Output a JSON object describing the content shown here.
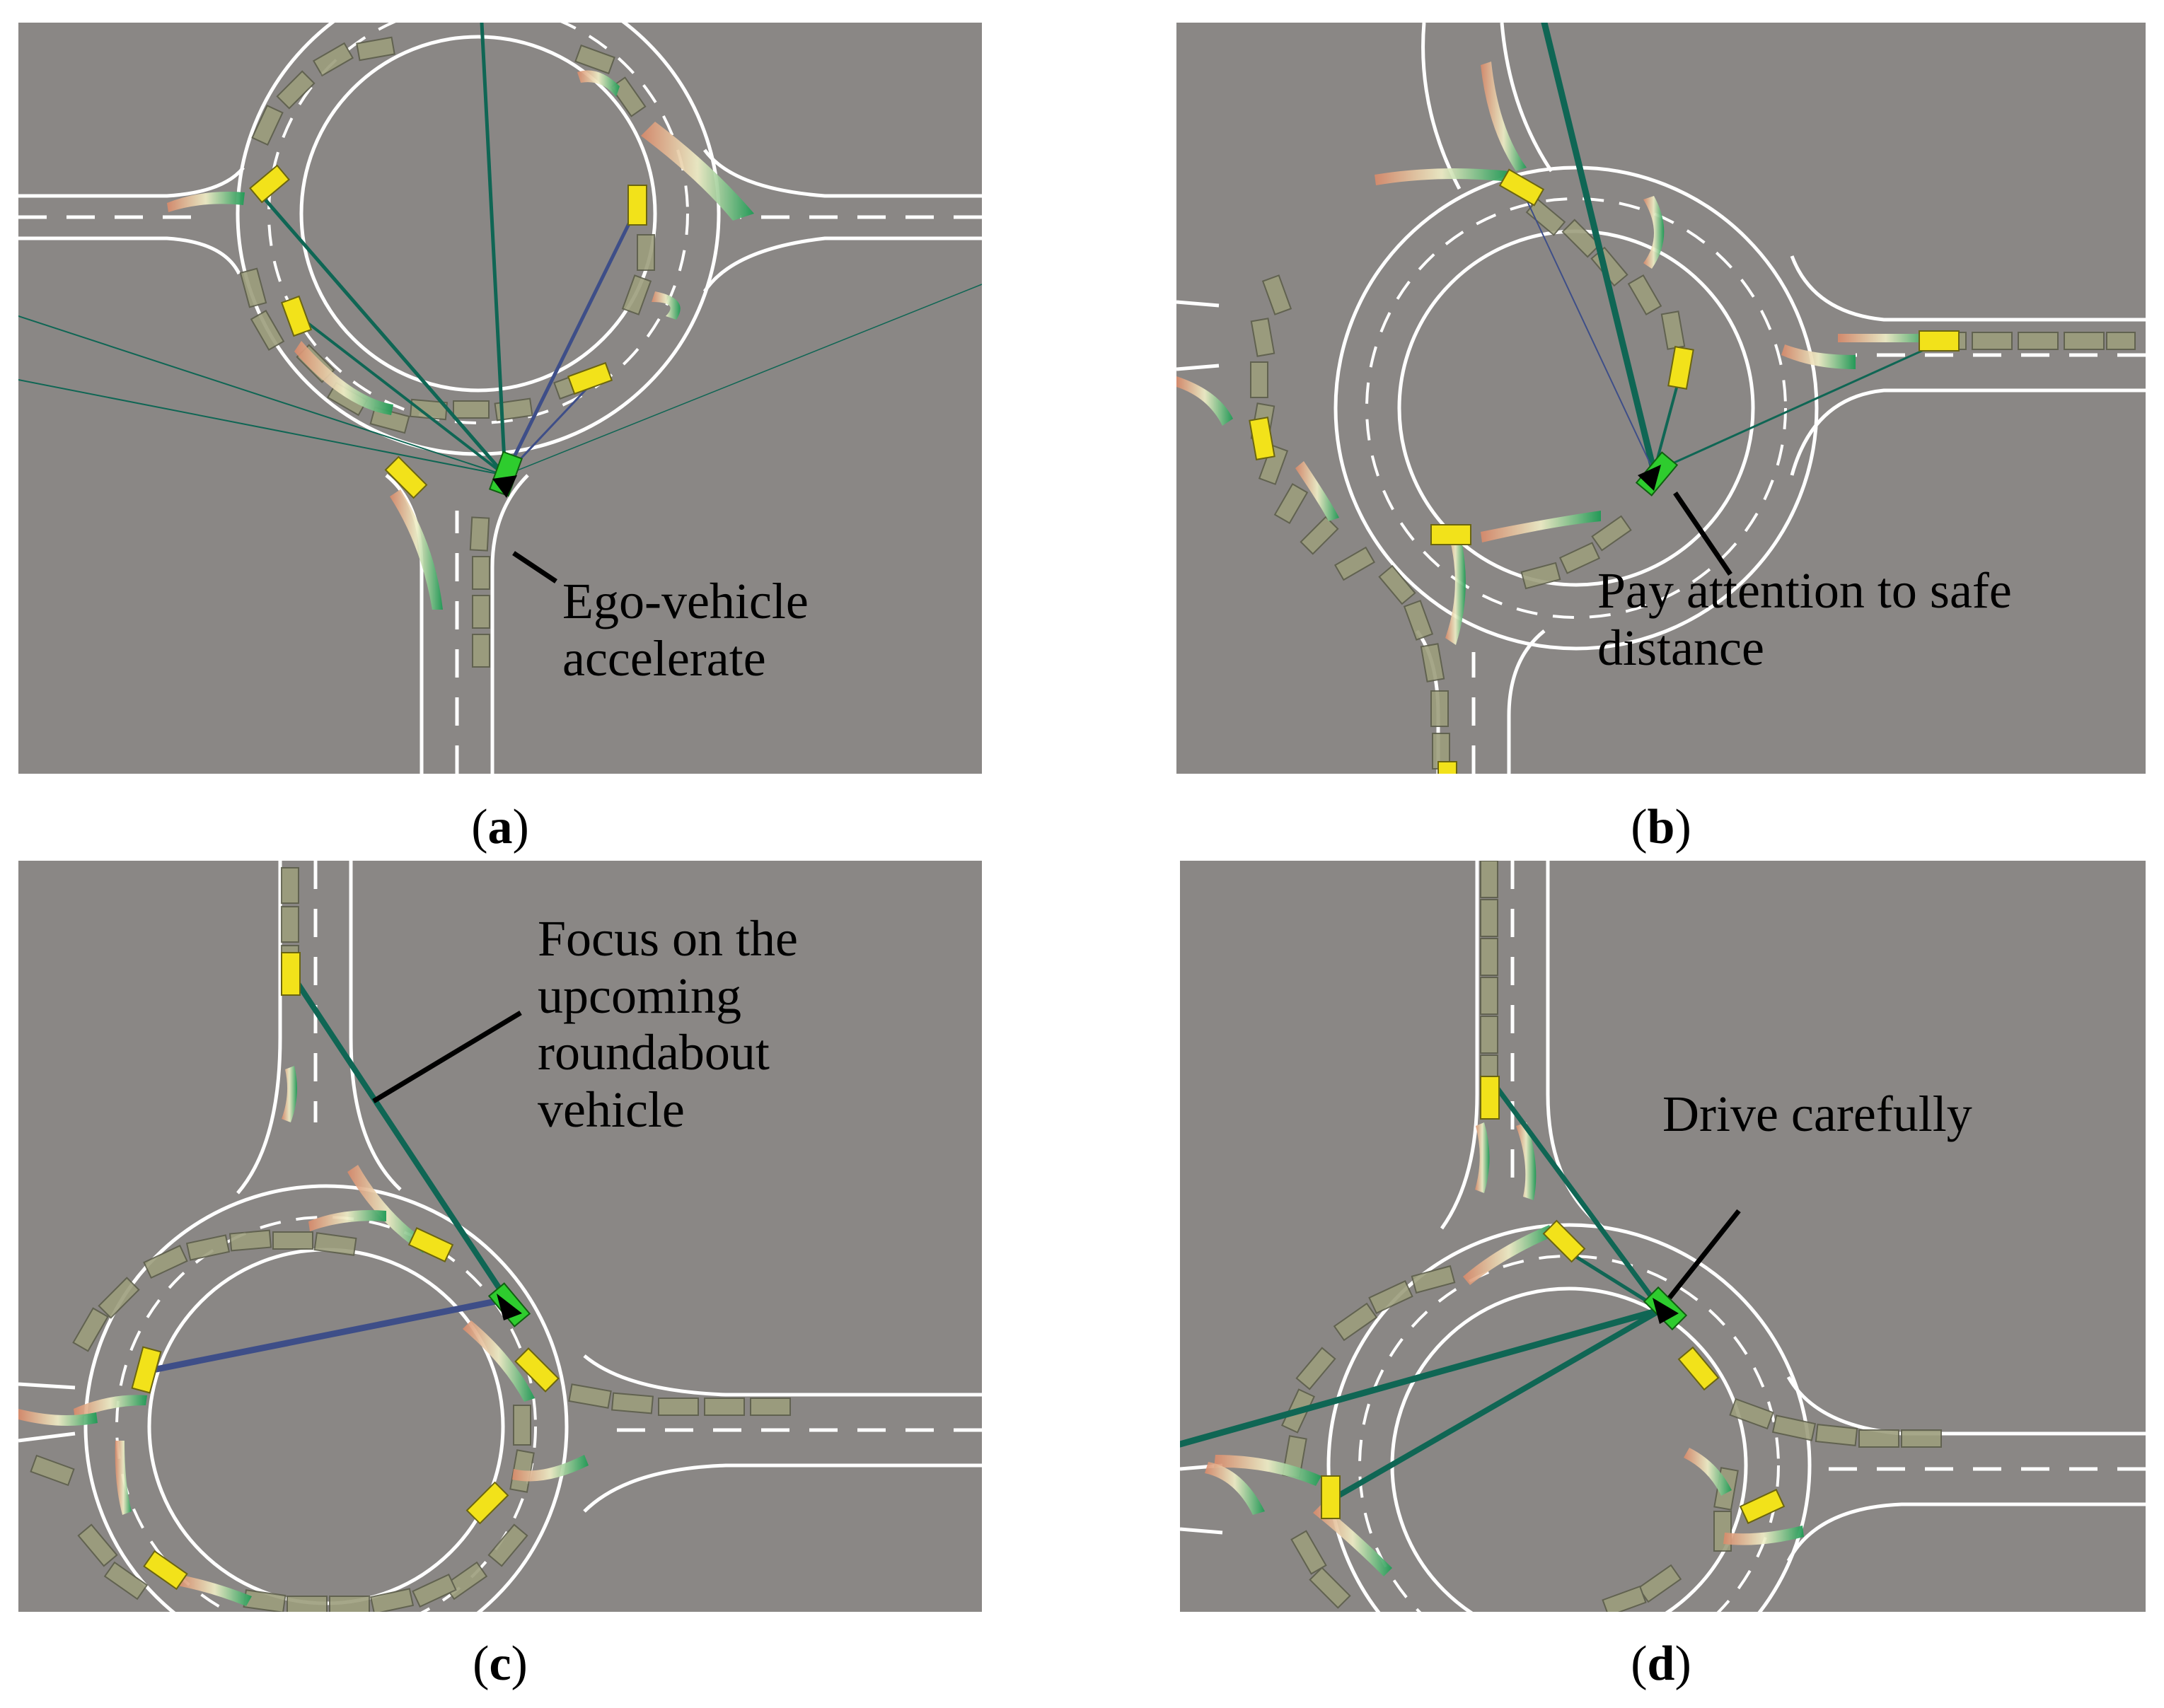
{
  "panels": {
    "a": {
      "letter": "a",
      "annotation": [
        "Ego-vehicle",
        "accelerate"
      ]
    },
    "b": {
      "letter": "b",
      "annotation": [
        "Pay attention to safe",
        "distance"
      ]
    },
    "c": {
      "letter": "c",
      "annotation": [
        "Focus on the",
        "upcoming",
        "roundabout",
        "vehicle"
      ]
    },
    "d": {
      "letter": "d",
      "annotation": [
        "Drive carefully"
      ]
    }
  },
  "colors": {
    "asphalt": "#8a8785",
    "road_line": "#ffffff",
    "ego_vehicle": "#2ecc2e",
    "other_vehicle": "#f2e21a",
    "history_box": "#9c9e7c",
    "attention_green": "#0f6654",
    "attention_blue": "#3e4e88"
  }
}
